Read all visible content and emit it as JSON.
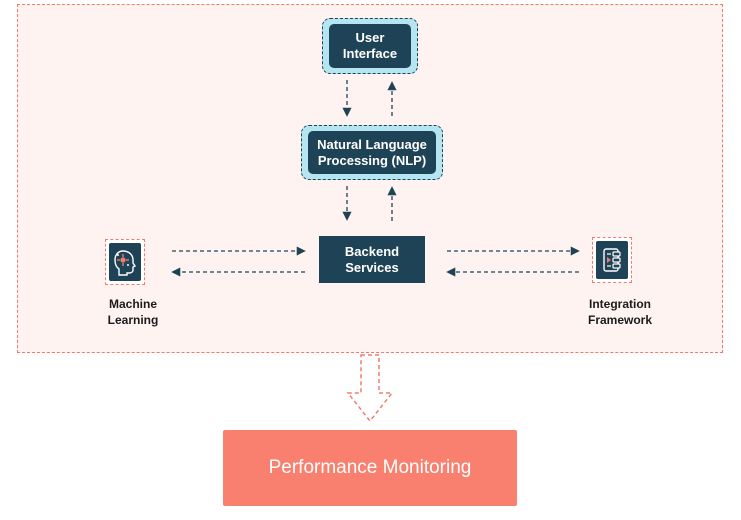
{
  "nodes": {
    "user_interface": "User\nInterface",
    "nlp": "Natural Language\nProcessing (NLP)",
    "backend": "Backend\nServices",
    "machine_learning": "Machine\nLearning",
    "integration": "Integration\nFramework",
    "performance": "Performance Monitoring"
  },
  "icons": {
    "machine_learning": "ai-head-icon",
    "integration": "integration-stack-icon"
  },
  "colors": {
    "primary": "#1f4356",
    "accent": "#f07b6e",
    "container_bg": "#fff3f2",
    "highlight": "#b5e5f1",
    "performance_bg": "#f9806f"
  }
}
